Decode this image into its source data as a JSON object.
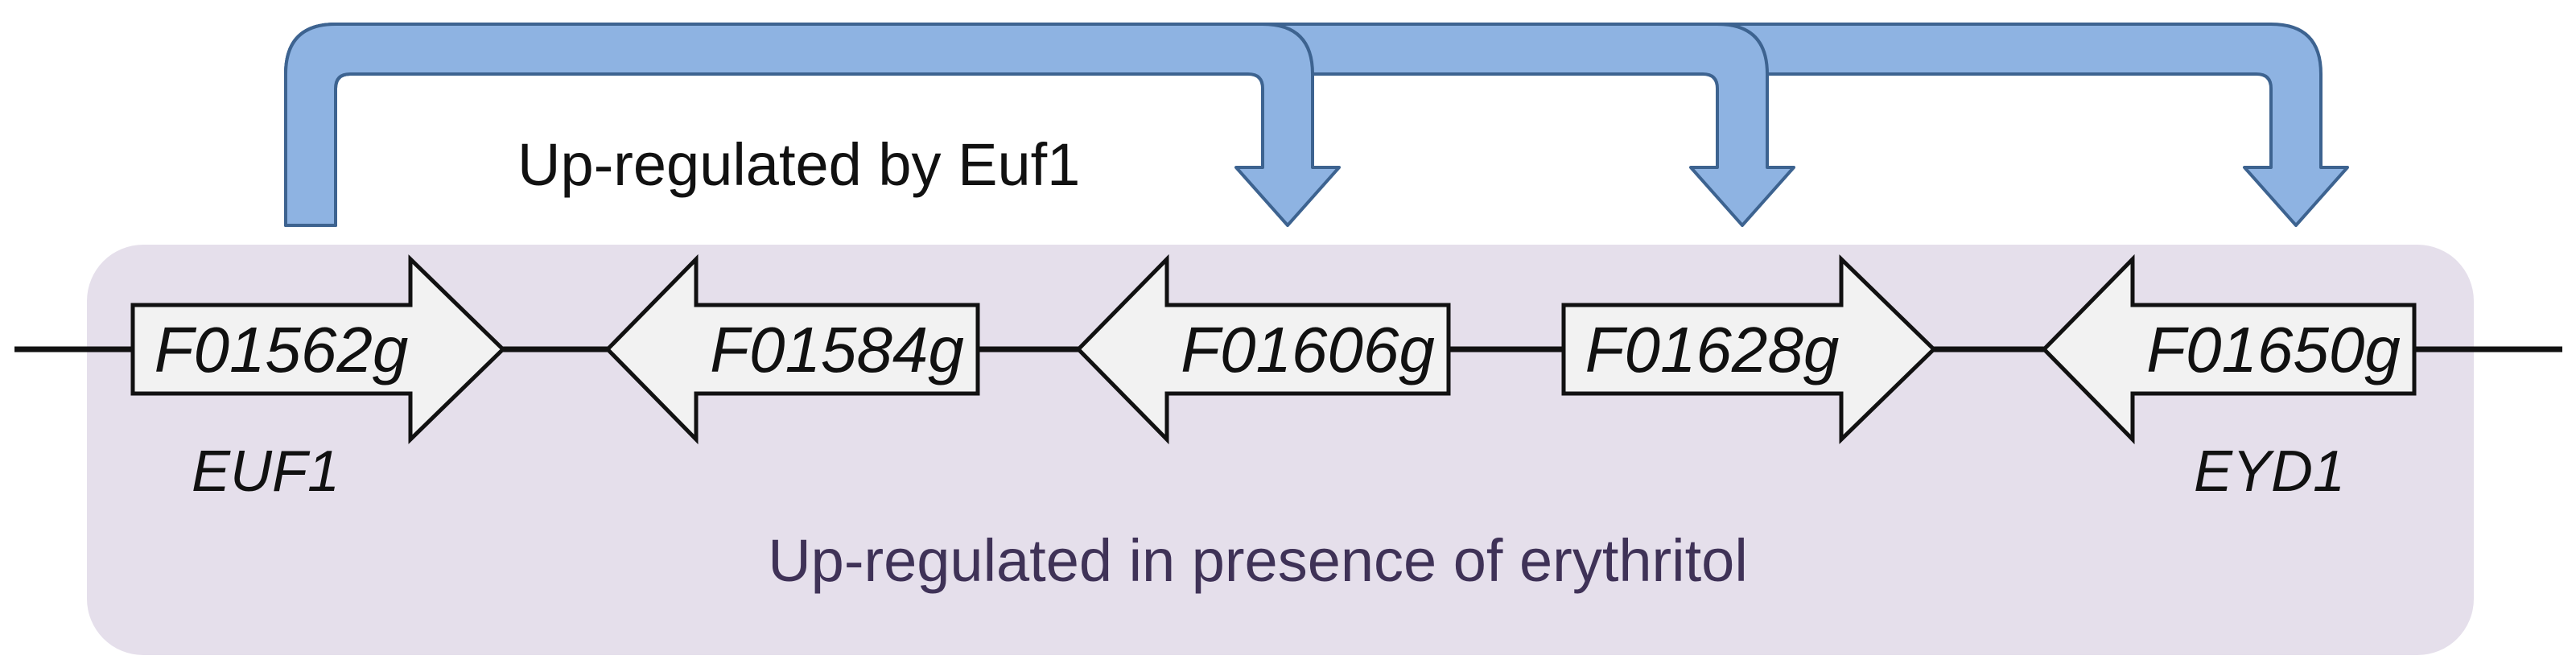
{
  "region": {
    "caption": "Up-regulated in presence of erythritol",
    "caption_color": "#3f3257",
    "fill_color": "#e5dfeb"
  },
  "regulation": {
    "label": "Up-regulated by Euf1",
    "arrow_fill": "#8eb3e2",
    "arrow_stroke": "#3d6390"
  },
  "genes": [
    {
      "id": "F01562g",
      "direction": "right",
      "locus_name": "EUF1"
    },
    {
      "id": "F01584g",
      "direction": "left",
      "locus_name": ""
    },
    {
      "id": "F01606g",
      "direction": "left",
      "locus_name": ""
    },
    {
      "id": "F01628g",
      "direction": "right",
      "locus_name": ""
    },
    {
      "id": "F01650g",
      "direction": "left",
      "locus_name": "EYD1"
    }
  ],
  "gene_fill": "#f2f2f2",
  "targets": [
    "F01606g",
    "F01628g",
    "F01650g"
  ]
}
